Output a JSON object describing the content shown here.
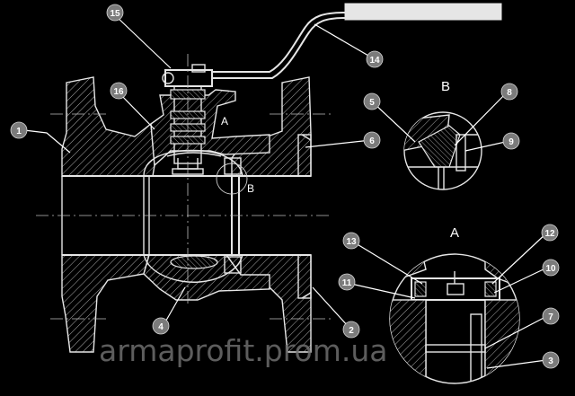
{
  "drawing": {
    "view_label_A": "A",
    "view_label_B": "B",
    "section_label_A": "A",
    "section_label_B": "B",
    "watermark": "armaprofit.prom.ua"
  },
  "callouts": [
    "1",
    "2",
    "3",
    "4",
    "5",
    "6",
    "7",
    "8",
    "9",
    "10",
    "11",
    "12",
    "13",
    "14",
    "15",
    "16"
  ],
  "colors": {
    "background": "#000000",
    "lines": "#e6e6e6",
    "bubble": "#7b7b7b"
  }
}
